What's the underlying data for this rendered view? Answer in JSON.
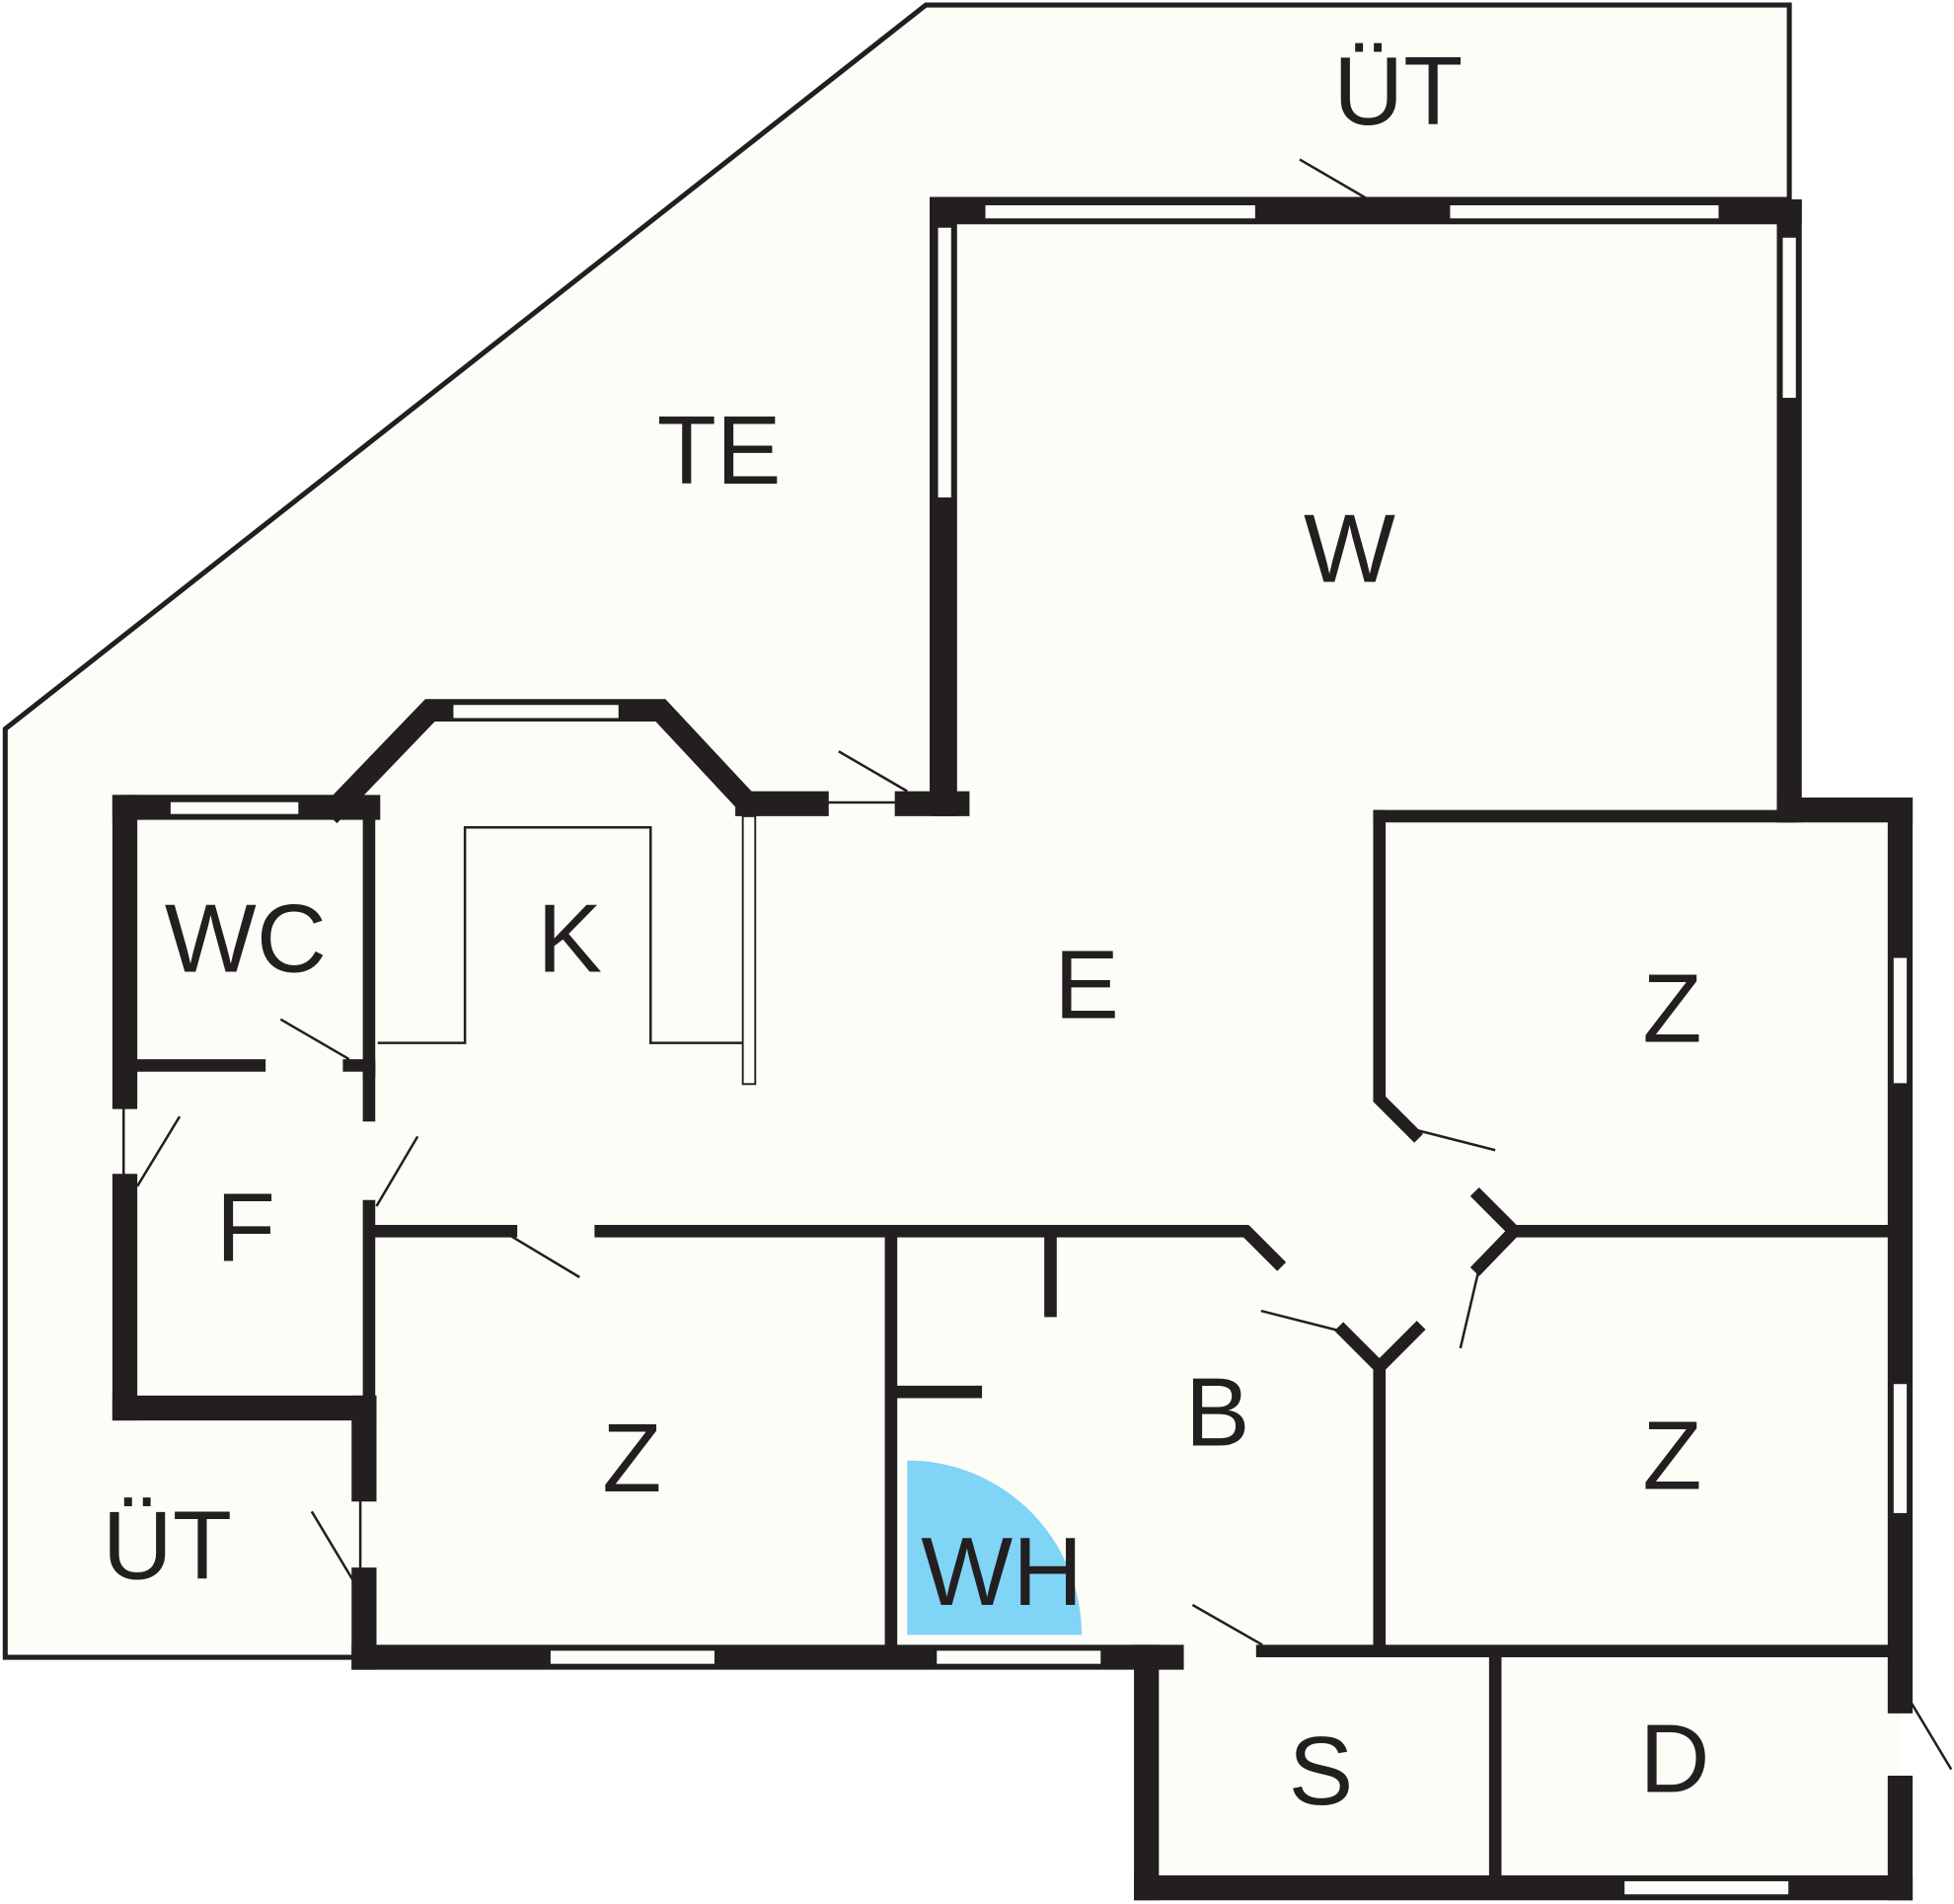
{
  "colors": {
    "floor": "#fdfdf8",
    "wall": "#231f20",
    "water_heater": "#80d4f6"
  },
  "rooms": [
    {
      "id": "ut-top",
      "label": "ÜT"
    },
    {
      "id": "te",
      "label": "TE"
    },
    {
      "id": "w",
      "label": "W"
    },
    {
      "id": "wc",
      "label": "WC"
    },
    {
      "id": "k",
      "label": "K"
    },
    {
      "id": "e",
      "label": "E"
    },
    {
      "id": "z-upper-right",
      "label": "Z"
    },
    {
      "id": "f",
      "label": "F"
    },
    {
      "id": "z-lower-left",
      "label": "Z"
    },
    {
      "id": "b",
      "label": "B"
    },
    {
      "id": "z-lower-right",
      "label": "Z"
    },
    {
      "id": "wh",
      "label": "WH"
    },
    {
      "id": "ut-bottom",
      "label": "ÜT"
    },
    {
      "id": "s",
      "label": "S"
    },
    {
      "id": "d",
      "label": "D"
    }
  ]
}
